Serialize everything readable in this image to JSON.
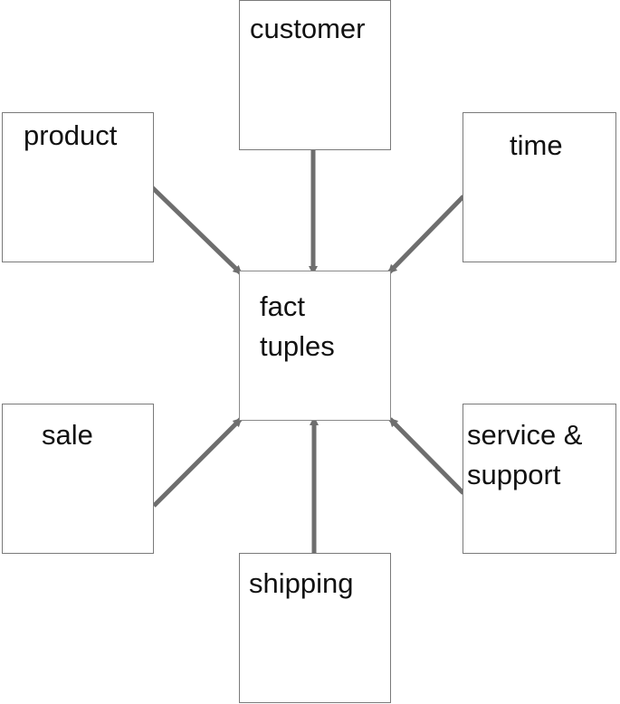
{
  "diagram": {
    "center": {
      "label_lines": [
        "fact",
        "tuples"
      ]
    },
    "dimensions": {
      "customer": "customer",
      "product": "product",
      "time": "time",
      "sale": "sale",
      "service_support": [
        "service &",
        "support"
      ],
      "shipping": "shipping"
    },
    "colors": {
      "arrow": "#6e6e6e",
      "border": "#7a7a7a",
      "text": "#111111"
    }
  }
}
